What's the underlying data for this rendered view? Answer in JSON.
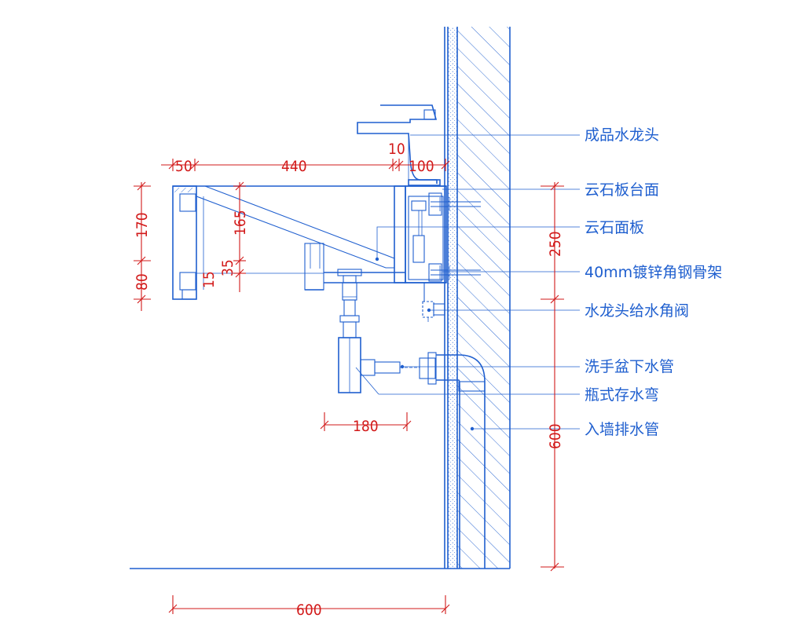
{
  "labels": {
    "faucet": "成品水龙头",
    "marble_countertop": "云石板台面",
    "marble_panel": "云石面板",
    "steel_frame": "40mm镀锌角钢骨架",
    "angle_valve": "水龙头给水角阀",
    "drain_pipe": "洗手盆下水管",
    "bottle_trap": "瓶式存水弯",
    "wall_drain": "入墙排水管"
  },
  "dimensions": {
    "d50": "50",
    "d440": "440",
    "d10": "10",
    "d100": "100",
    "d170": "170",
    "d80": "80",
    "d165": "165",
    "d35": "35",
    "d15": "15",
    "d250": "250",
    "d600_right": "600",
    "d180": "180",
    "d600_bottom": "600"
  },
  "colors": {
    "line": "#1f5fcf",
    "dimension": "#d21a1a",
    "background": "#ffffff"
  }
}
